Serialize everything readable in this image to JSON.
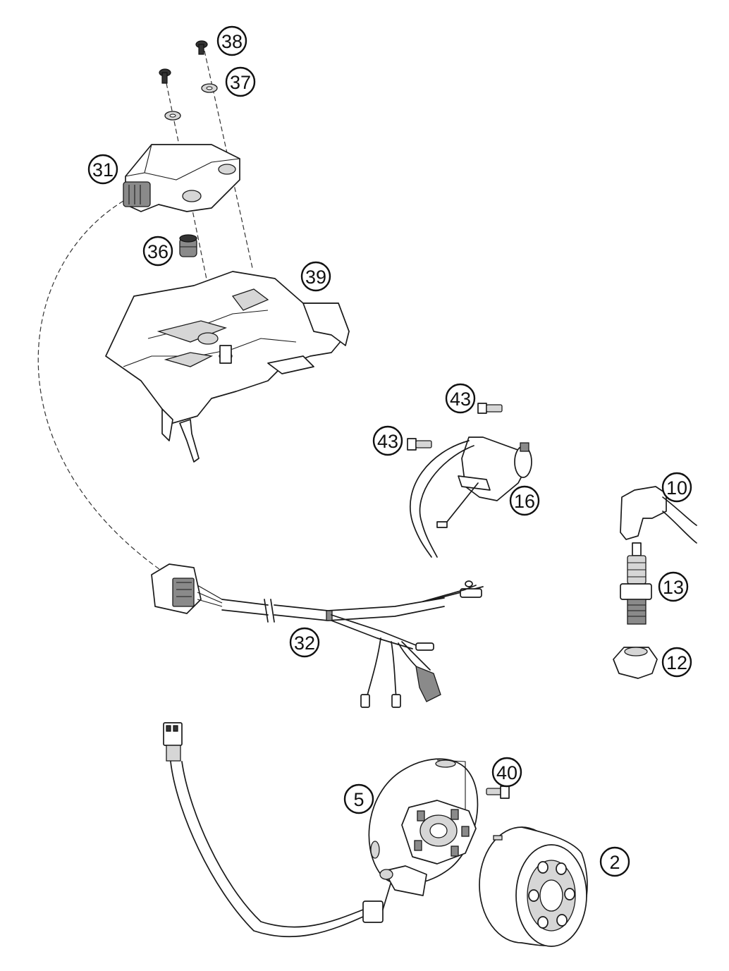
{
  "diagram": {
    "callouts": [
      {
        "id": "c38",
        "label": "38"
      },
      {
        "id": "c37",
        "label": "37"
      },
      {
        "id": "c31",
        "label": "31"
      },
      {
        "id": "c36",
        "label": "36"
      },
      {
        "id": "c39",
        "label": "39"
      },
      {
        "id": "c43a",
        "label": "43"
      },
      {
        "id": "c43b",
        "label": "43"
      },
      {
        "id": "c16",
        "label": "16"
      },
      {
        "id": "c10",
        "label": "10"
      },
      {
        "id": "c13",
        "label": "13"
      },
      {
        "id": "c12",
        "label": "12"
      },
      {
        "id": "c32",
        "label": "32"
      },
      {
        "id": "c40",
        "label": "40"
      },
      {
        "id": "c5",
        "label": "5"
      },
      {
        "id": "c2",
        "label": "2"
      }
    ]
  }
}
